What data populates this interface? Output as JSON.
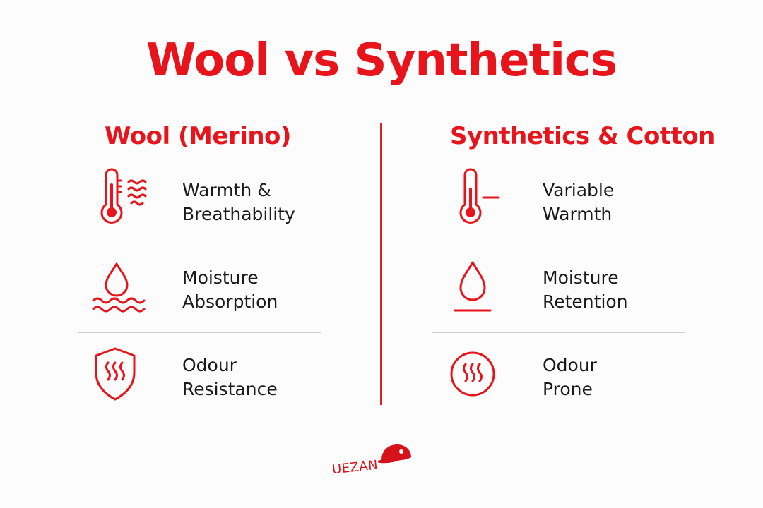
{
  "title": "Wool vs Synthetics",
  "colors": {
    "accent": "#e8141b",
    "text": "#1a1a1a",
    "separator": "#cfcfcf"
  },
  "left": {
    "heading": "Wool (Merino)",
    "items": [
      {
        "icon": "thermometer-wind-icon",
        "line1": "Warmth &",
        "line2": "Breathability"
      },
      {
        "icon": "droplet-waves-icon",
        "line1": "Moisture",
        "line2": "Absorption"
      },
      {
        "icon": "shield-odour-icon",
        "line1": "Odour",
        "line2": "Resistance"
      }
    ]
  },
  "right": {
    "heading": "Synthetics & Cotton",
    "items": [
      {
        "icon": "thermometer-icon",
        "line1": "Variable",
        "line2": "Warmth"
      },
      {
        "icon": "droplet-icon",
        "line1": "Moisture",
        "line2": "Retention"
      },
      {
        "icon": "circle-odour-icon",
        "line1": "Odour",
        "line2": "Prone"
      }
    ]
  },
  "brand": {
    "name": "UEZAN",
    "icon": "cap-icon"
  }
}
